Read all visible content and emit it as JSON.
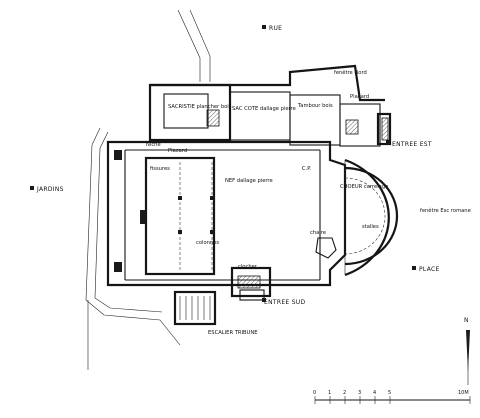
{
  "labels": {
    "rue": "RUE",
    "jardins": "JARDINS",
    "place": "PLACE",
    "entree_est": "ENTREE EST",
    "entree_sud": "ENTREE SUD",
    "fenetre_nord": "fenêtre Nord",
    "placard_top": "Placard",
    "placard_left": "Placard",
    "sacristie": "SACRISTIE plancher bois",
    "sac_cote": "SAC COTE dallage pierre",
    "tambour": "Tambour bois",
    "niche": "Niche",
    "fissures": "fissures",
    "nef": "NEF dallage pierre",
    "cp": "C.P.",
    "choeur": "CHOEUR carrelage",
    "stalles": "stalles",
    "fenetre_esc": "fenêtre Esc romane",
    "chaire": "chaire",
    "colonnes": "colonnes",
    "clocher": "clocher",
    "escalier_tribune": "ESCALIER TRIBUNE"
  },
  "north": "N",
  "scale": {
    "ticks": [
      "0",
      "1",
      "2",
      "3",
      "4",
      "5"
    ],
    "end": "10M"
  },
  "colors": {
    "ink": "#151515",
    "paper": "#ffffff"
  }
}
